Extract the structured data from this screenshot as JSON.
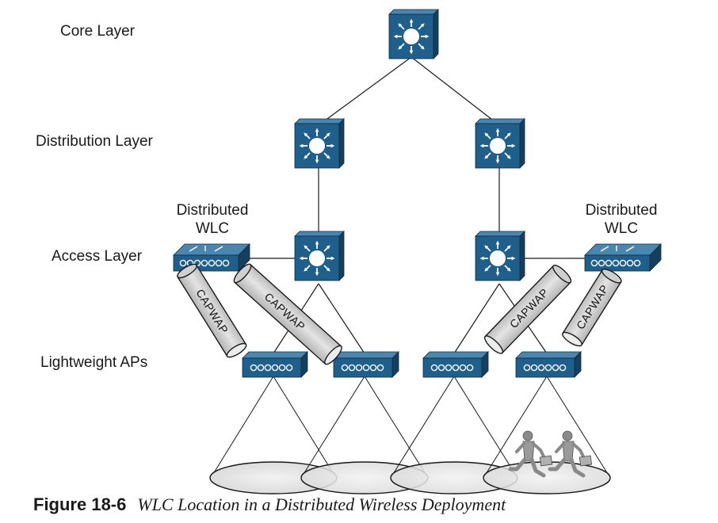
{
  "layers": {
    "core": "Core Layer",
    "distribution": "Distribution Layer",
    "access": "Access Layer",
    "aps": "Lightweight APs"
  },
  "wlc": {
    "left_line1": "Distributed",
    "left_line2": "WLC",
    "right_line1": "Distributed",
    "right_line2": "WLC"
  },
  "tunnel_label": "CAPWAP",
  "caption": {
    "number": "Figure 18-6",
    "title": "WLC Location in a Distributed Wireless Deployment"
  },
  "colors": {
    "device_face": "#1f5f8b",
    "device_top": "#4a86ad",
    "device_side": "#163f5e",
    "tunnel": "#d6d6d6",
    "coverage": "#e6e6e6"
  }
}
